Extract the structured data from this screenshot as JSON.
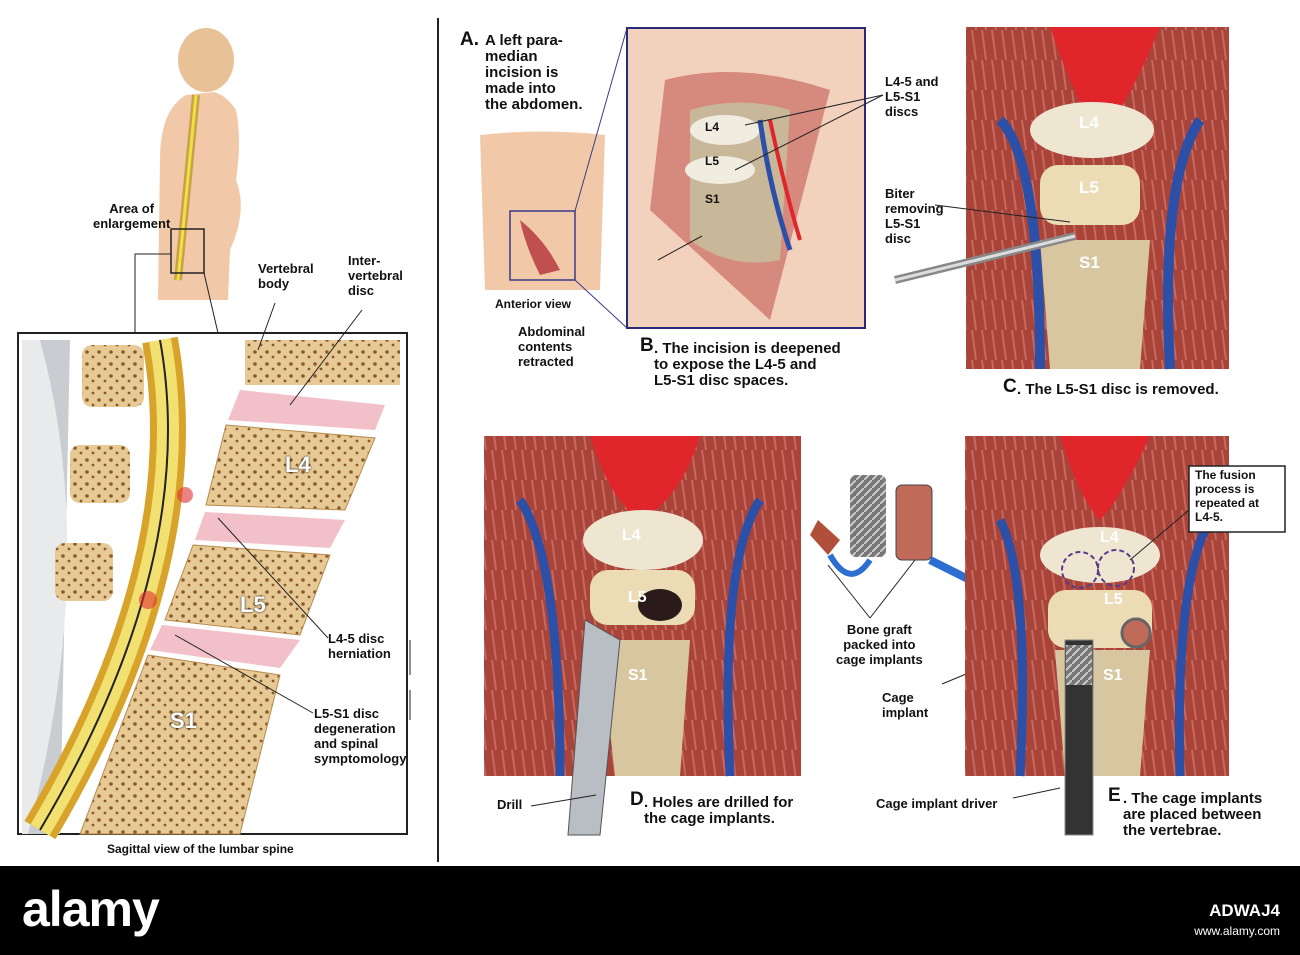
{
  "left": {
    "area_label": "Area of\nenlargement",
    "vertebral_body": "Vertebral\nbody",
    "inter_disc": "Inter-\nvertebral\ndisc",
    "l4": "L4",
    "l5": "L5",
    "s1": "S1",
    "herniation": "L4-5 disc\nherniation",
    "degeneration": "L5-S1 disc\ndegeneration\nand spinal\nsymptomology",
    "caption": "Sagittal view of the lumbar spine"
  },
  "panel_a": {
    "letter": "A.",
    "text": "A left para-\nmedian\nincision is\nmade into\nthe abdomen.",
    "anterior": "Anterior view",
    "retracted": "Abdominal\ncontents\nretracted"
  },
  "panel_b": {
    "l4": "L4",
    "l5": "L5",
    "s1": "S1",
    "discs": "L4-5 and\nL5-S1\ndiscs",
    "letter": "B",
    "caption": ". The incision is deepened\nto expose the L4-5 and\nL5-S1 disc spaces."
  },
  "panel_c": {
    "biter": "Biter\nremoving\nL5-S1\ndisc",
    "l4": "L4",
    "l5": "L5",
    "s1": "S1",
    "letter": "C",
    "caption": ". The L5-S1 disc is removed."
  },
  "panel_d": {
    "l4": "L4",
    "l5": "L5",
    "s1": "S1",
    "drill": "Drill",
    "letter": "D",
    "caption": ". Holes are drilled for\nthe cage implants."
  },
  "middle": {
    "bone_graft": "Bone graft\npacked into\ncage implants",
    "cage": "Cage\nimplant",
    "driver": "Cage implant driver"
  },
  "panel_e": {
    "fusion": "The fusion\nprocess is\nrepeated at\nL4-5.",
    "l4": "L4",
    "l5": "L5",
    "s1": "S1",
    "letter": "E",
    "caption": ". The cage implants\nare placed between\nthe vertebrae."
  },
  "footer": {
    "brand": "alamy",
    "code": "ADWAJ4",
    "url": "www.alamy.com"
  },
  "colors": {
    "muscle": "#a8443a",
    "artery": "#e0262a",
    "vein": "#2c4fa8",
    "bone": "#e9d3a6",
    "disc": "#f2c0c8"
  }
}
